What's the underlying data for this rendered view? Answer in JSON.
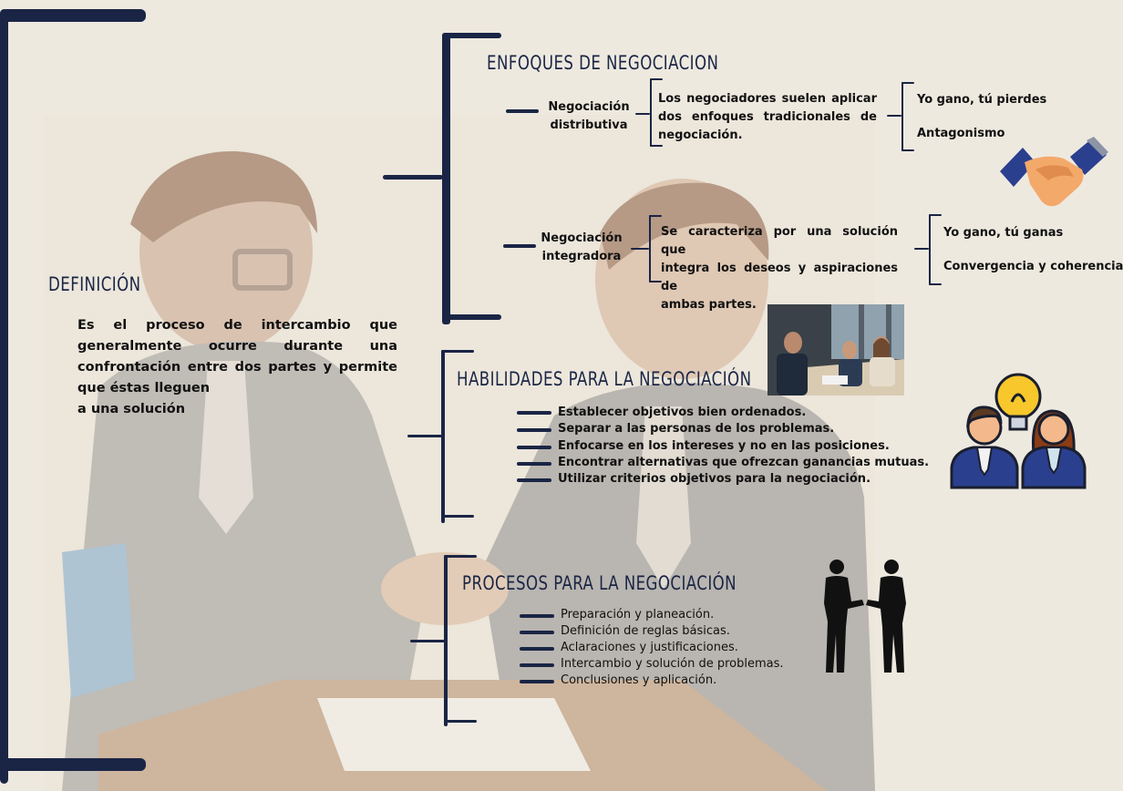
{
  "definition": {
    "heading": "DEFINICIÓN",
    "text_lines": [
      "Es el proceso de intercambio que",
      "generalmente ocurre durante una",
      "confrontación entre dos partes y permite",
      "que éstas lleguen",
      "a una solución"
    ]
  },
  "enfoques": {
    "heading": "ENFOQUES DE NEGOCIACION",
    "distributiva": {
      "label_lines": [
        "Negociación",
        "distributiva"
      ],
      "description_lines": [
        "Los negociadores suelen aplicar",
        "dos enfoques tradicionales de",
        "negociación."
      ],
      "items": [
        "Yo gano, tú pierdes",
        "Antagonismo"
      ]
    },
    "integradora": {
      "label_lines": [
        "Negociación",
        "integradora"
      ],
      "description_lines": [
        "Se caracteriza por una solución que",
        "integra los deseos y aspiraciones de",
        "ambas partes."
      ],
      "items": [
        "Yo gano, tú ganas",
        "Convergencia y coherencia"
      ]
    }
  },
  "habilidades": {
    "heading": "HABILIDADES PARA LA NEGOCIACIÓN",
    "items": [
      "Establecer objetivos bien ordenados.",
      "Separar a las personas de los problemas.",
      "Enfocarse en los intereses y no en las posiciones.",
      "Encontrar alternativas que ofrezcan ganancias mutuas.",
      "Utilizar criterios objetivos para la negociación."
    ]
  },
  "procesos": {
    "heading": "PROCESOS PARA LA NEGOCIACIÓN",
    "items": [
      "Preparación y planeación.",
      "Definición de reglas básicas.",
      "Aclaraciones y justificaciones.",
      "Intercambio y solución de problemas.",
      "Conclusiones y aplicación."
    ]
  },
  "illustrations": {
    "handshake_icon": "handshake-icon",
    "meeting_photo": "business-meeting-photo",
    "idea_people_icon": "idea-people-icon",
    "silhouette_icon": "handshake-silhouette-icon",
    "background": "background-handshake-photo"
  },
  "colors": {
    "navy": "#1a2545",
    "background": "#eee9df"
  }
}
